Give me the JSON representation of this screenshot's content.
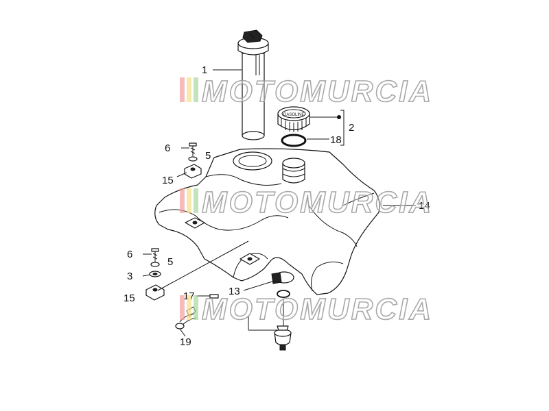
{
  "watermark": {
    "text": "MOTOMURCIA",
    "stripe_colors": [
      "#f2a0a0",
      "#f5e08a",
      "#a8d8a0"
    ]
  },
  "callouts": [
    {
      "id": "c1",
      "label": "1"
    },
    {
      "id": "c2",
      "label": "2"
    },
    {
      "id": "c18",
      "label": "18"
    },
    {
      "id": "c6a",
      "label": "6"
    },
    {
      "id": "c5a",
      "label": "5"
    },
    {
      "id": "c15a",
      "label": "15"
    },
    {
      "id": "c14",
      "label": "14"
    },
    {
      "id": "c6b",
      "label": "6"
    },
    {
      "id": "c5b",
      "label": "5"
    },
    {
      "id": "c3",
      "label": "3"
    },
    {
      "id": "c15b",
      "label": "15"
    },
    {
      "id": "c13",
      "label": "13"
    },
    {
      "id": "c17",
      "label": "17"
    },
    {
      "id": "c19",
      "label": "19"
    }
  ],
  "cap_text": "GASOLINE"
}
